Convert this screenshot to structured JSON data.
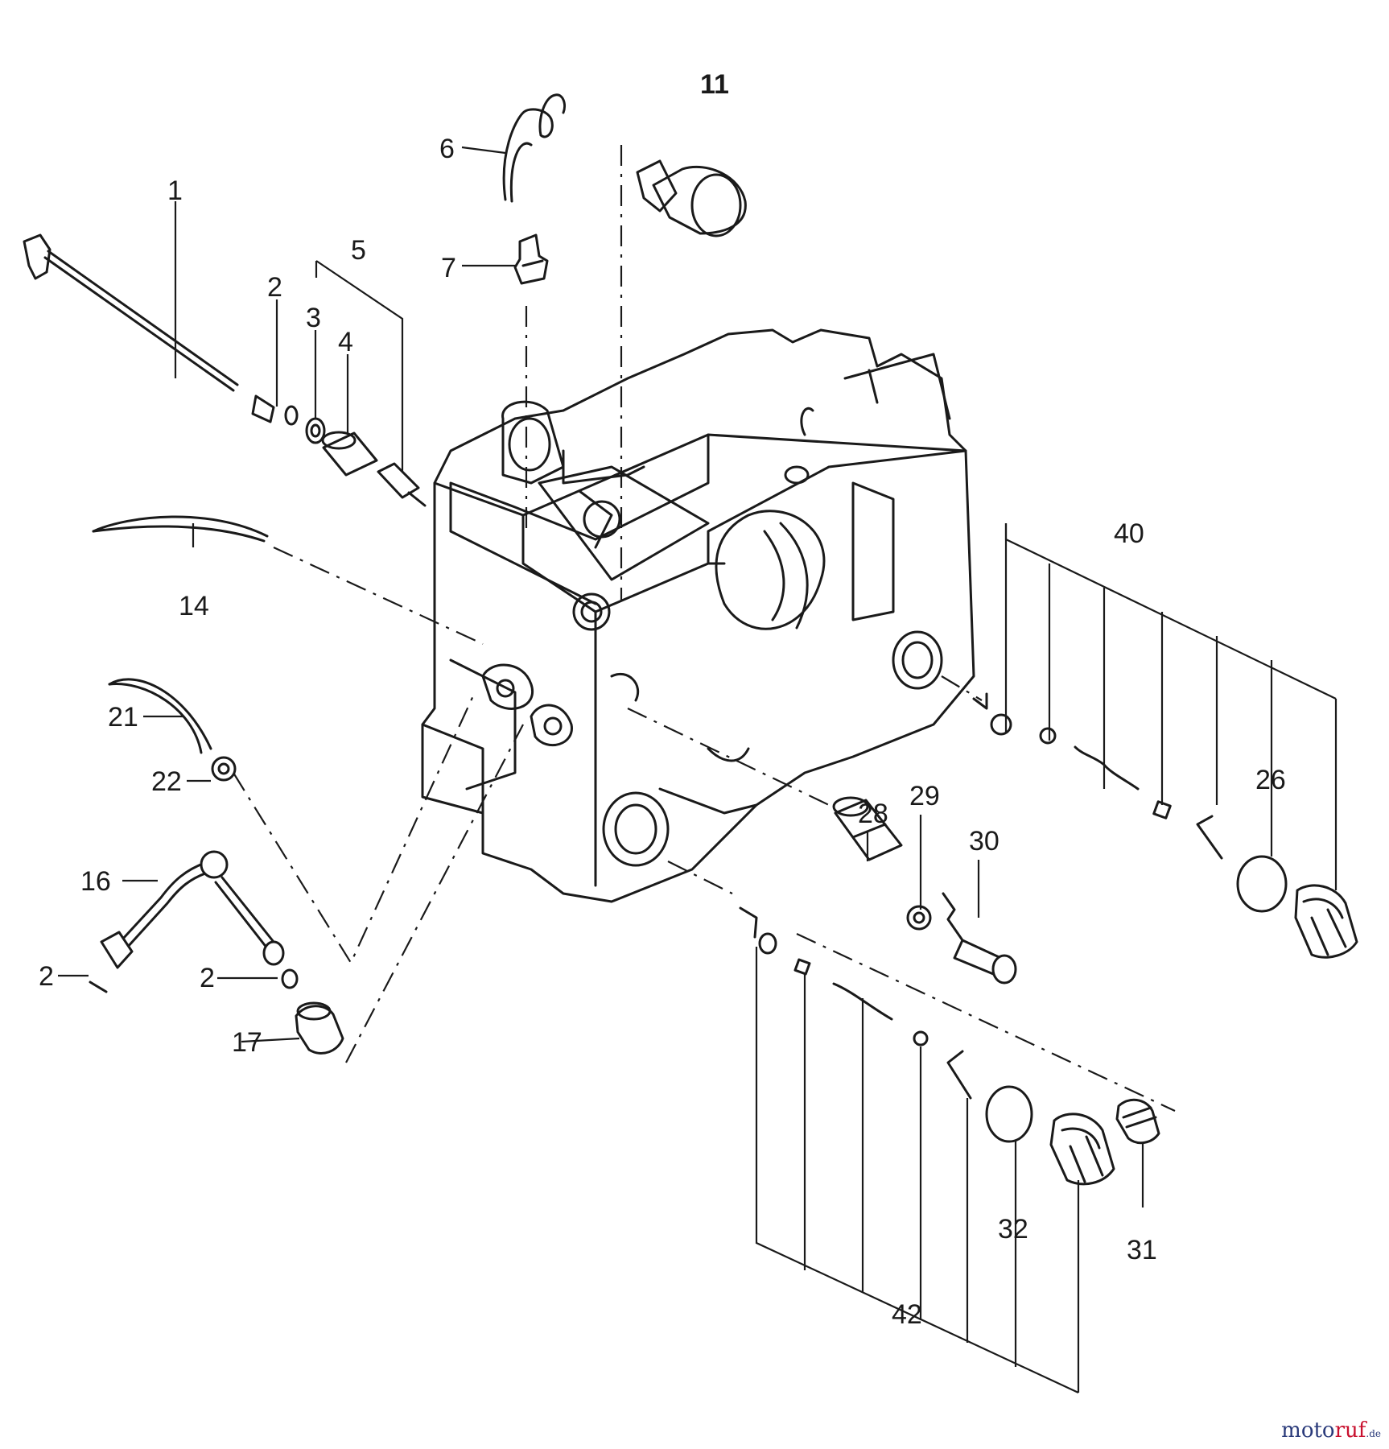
{
  "callouts": {
    "c1": "1",
    "c2a": "2",
    "c3": "3",
    "c4": "4",
    "c5": "5",
    "c6": "6",
    "c7": "7",
    "c11": "11",
    "c14": "14",
    "c16": "16",
    "c17": "17",
    "c21": "21",
    "c22": "22",
    "c2b": "2",
    "c2c": "2",
    "c26": "26",
    "c28": "28",
    "c29": "29",
    "c30": "30",
    "c31": "31",
    "c32": "32",
    "c40": "40",
    "c42": "42"
  },
  "watermark": {
    "pre": "moto",
    "accent": "ruf",
    "post": ".de"
  },
  "colors": {
    "line": "#1a1a1a",
    "watermark": "#2a3a7a",
    "watermark_accent": "#c8102e"
  }
}
